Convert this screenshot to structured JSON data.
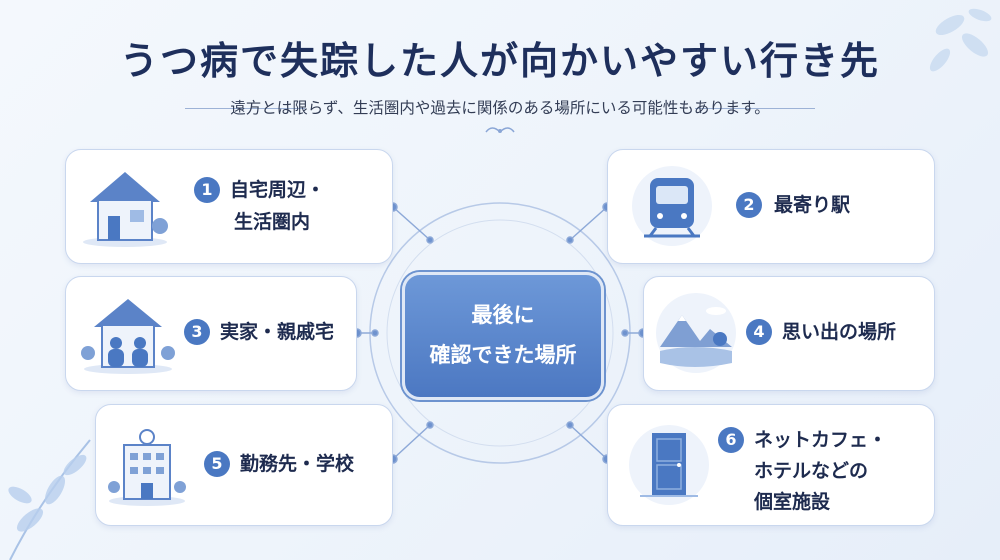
{
  "title": "うつ病で失踪した人が向かいやすい行き先",
  "subtitle": "遠方とは限らず、生活圏内や過去に関係のある場所にいる可能性もあります。",
  "center": {
    "line1": "最後に",
    "line2": "確認できた場所"
  },
  "items": [
    {
      "num": "1",
      "line1": "自宅周辺・",
      "line2": "生活圏内",
      "icon": "house-icon"
    },
    {
      "num": "2",
      "line1": "最寄り駅",
      "line2": "",
      "icon": "train-icon"
    },
    {
      "num": "3",
      "line1": "実家・親戚宅",
      "line2": "",
      "icon": "family-home-icon"
    },
    {
      "num": "4",
      "line1": "思い出の場所",
      "line2": "",
      "icon": "landscape-icon"
    },
    {
      "num": "5",
      "line1": "勤務先・学校",
      "line2": "",
      "icon": "school-icon"
    },
    {
      "num": "6",
      "line1": "ネットカフェ・",
      "line2": "ホテルなどの",
      "line3": "個室施設",
      "icon": "door-icon"
    }
  ],
  "colors": {
    "accent": "#4a78c2",
    "title": "#1e2f5c",
    "card_border": "#c9d7ee"
  }
}
